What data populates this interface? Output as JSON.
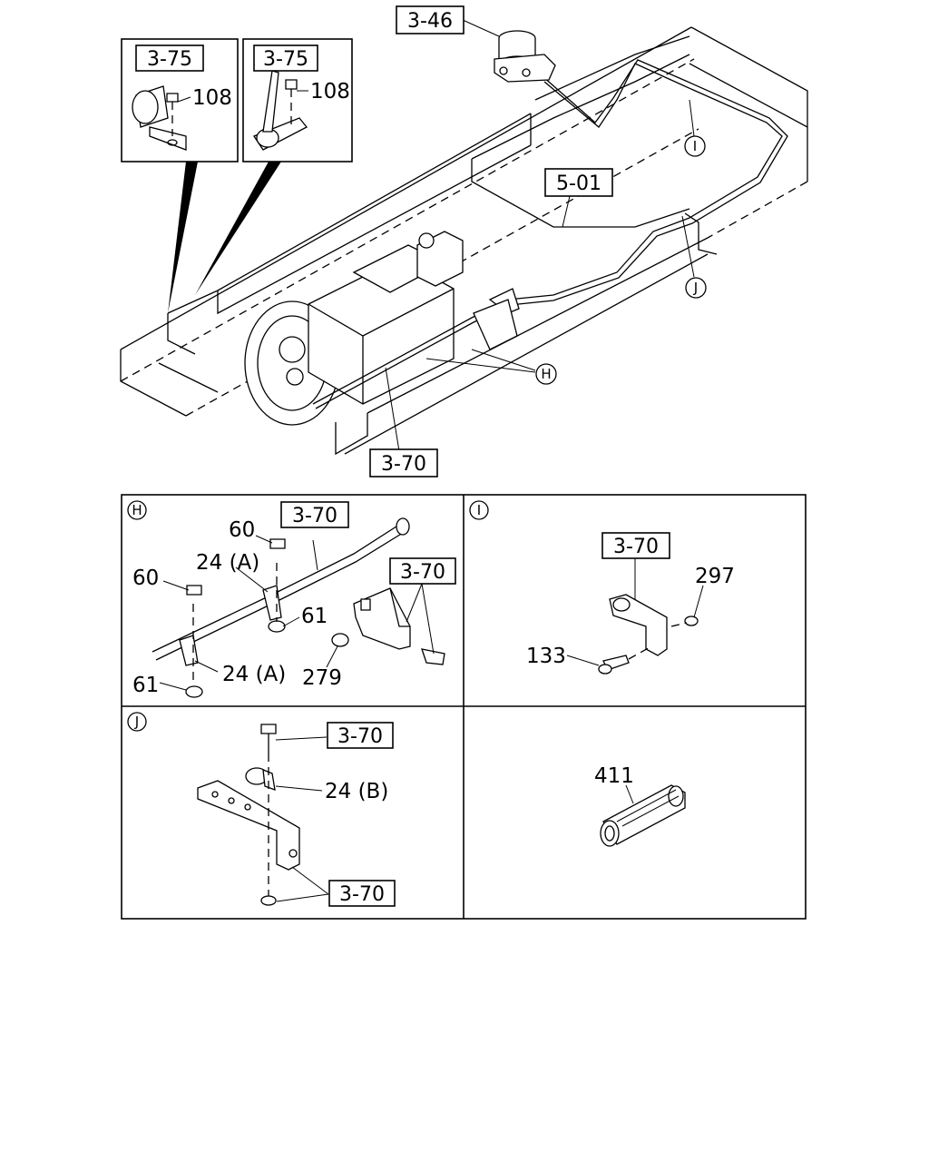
{
  "main_view": {
    "ref_air_dryer": "3-46",
    "ref_chassis_harness": "5-01",
    "ref_bracket_main": "3-70",
    "inset_left_ref": "3-75",
    "inset_left_bolt": "108",
    "inset_right_ref": "3-75",
    "inset_right_bolt": "108",
    "callout_h": "H",
    "callout_i": "I",
    "callout_j": "J"
  },
  "detail_h": {
    "marker": "H",
    "ref_pipe": "3-70",
    "ref_bracket": "3-70",
    "bolt_upper": "60",
    "bolt_lower": "60",
    "clip_upper": "24 (A)",
    "clip_lower": "24 (A)",
    "nut_upper": "61",
    "nut_lower": "61",
    "nut_bracket": "279"
  },
  "detail_i": {
    "marker": "I",
    "ref_bracket": "3-70",
    "nut": "297",
    "bolt": "133"
  },
  "detail_j": {
    "marker": "J",
    "ref_bolt": "3-70",
    "clip": "24 (B)",
    "ref_bracket": "3-70"
  },
  "detail_k": {
    "part": "411"
  }
}
